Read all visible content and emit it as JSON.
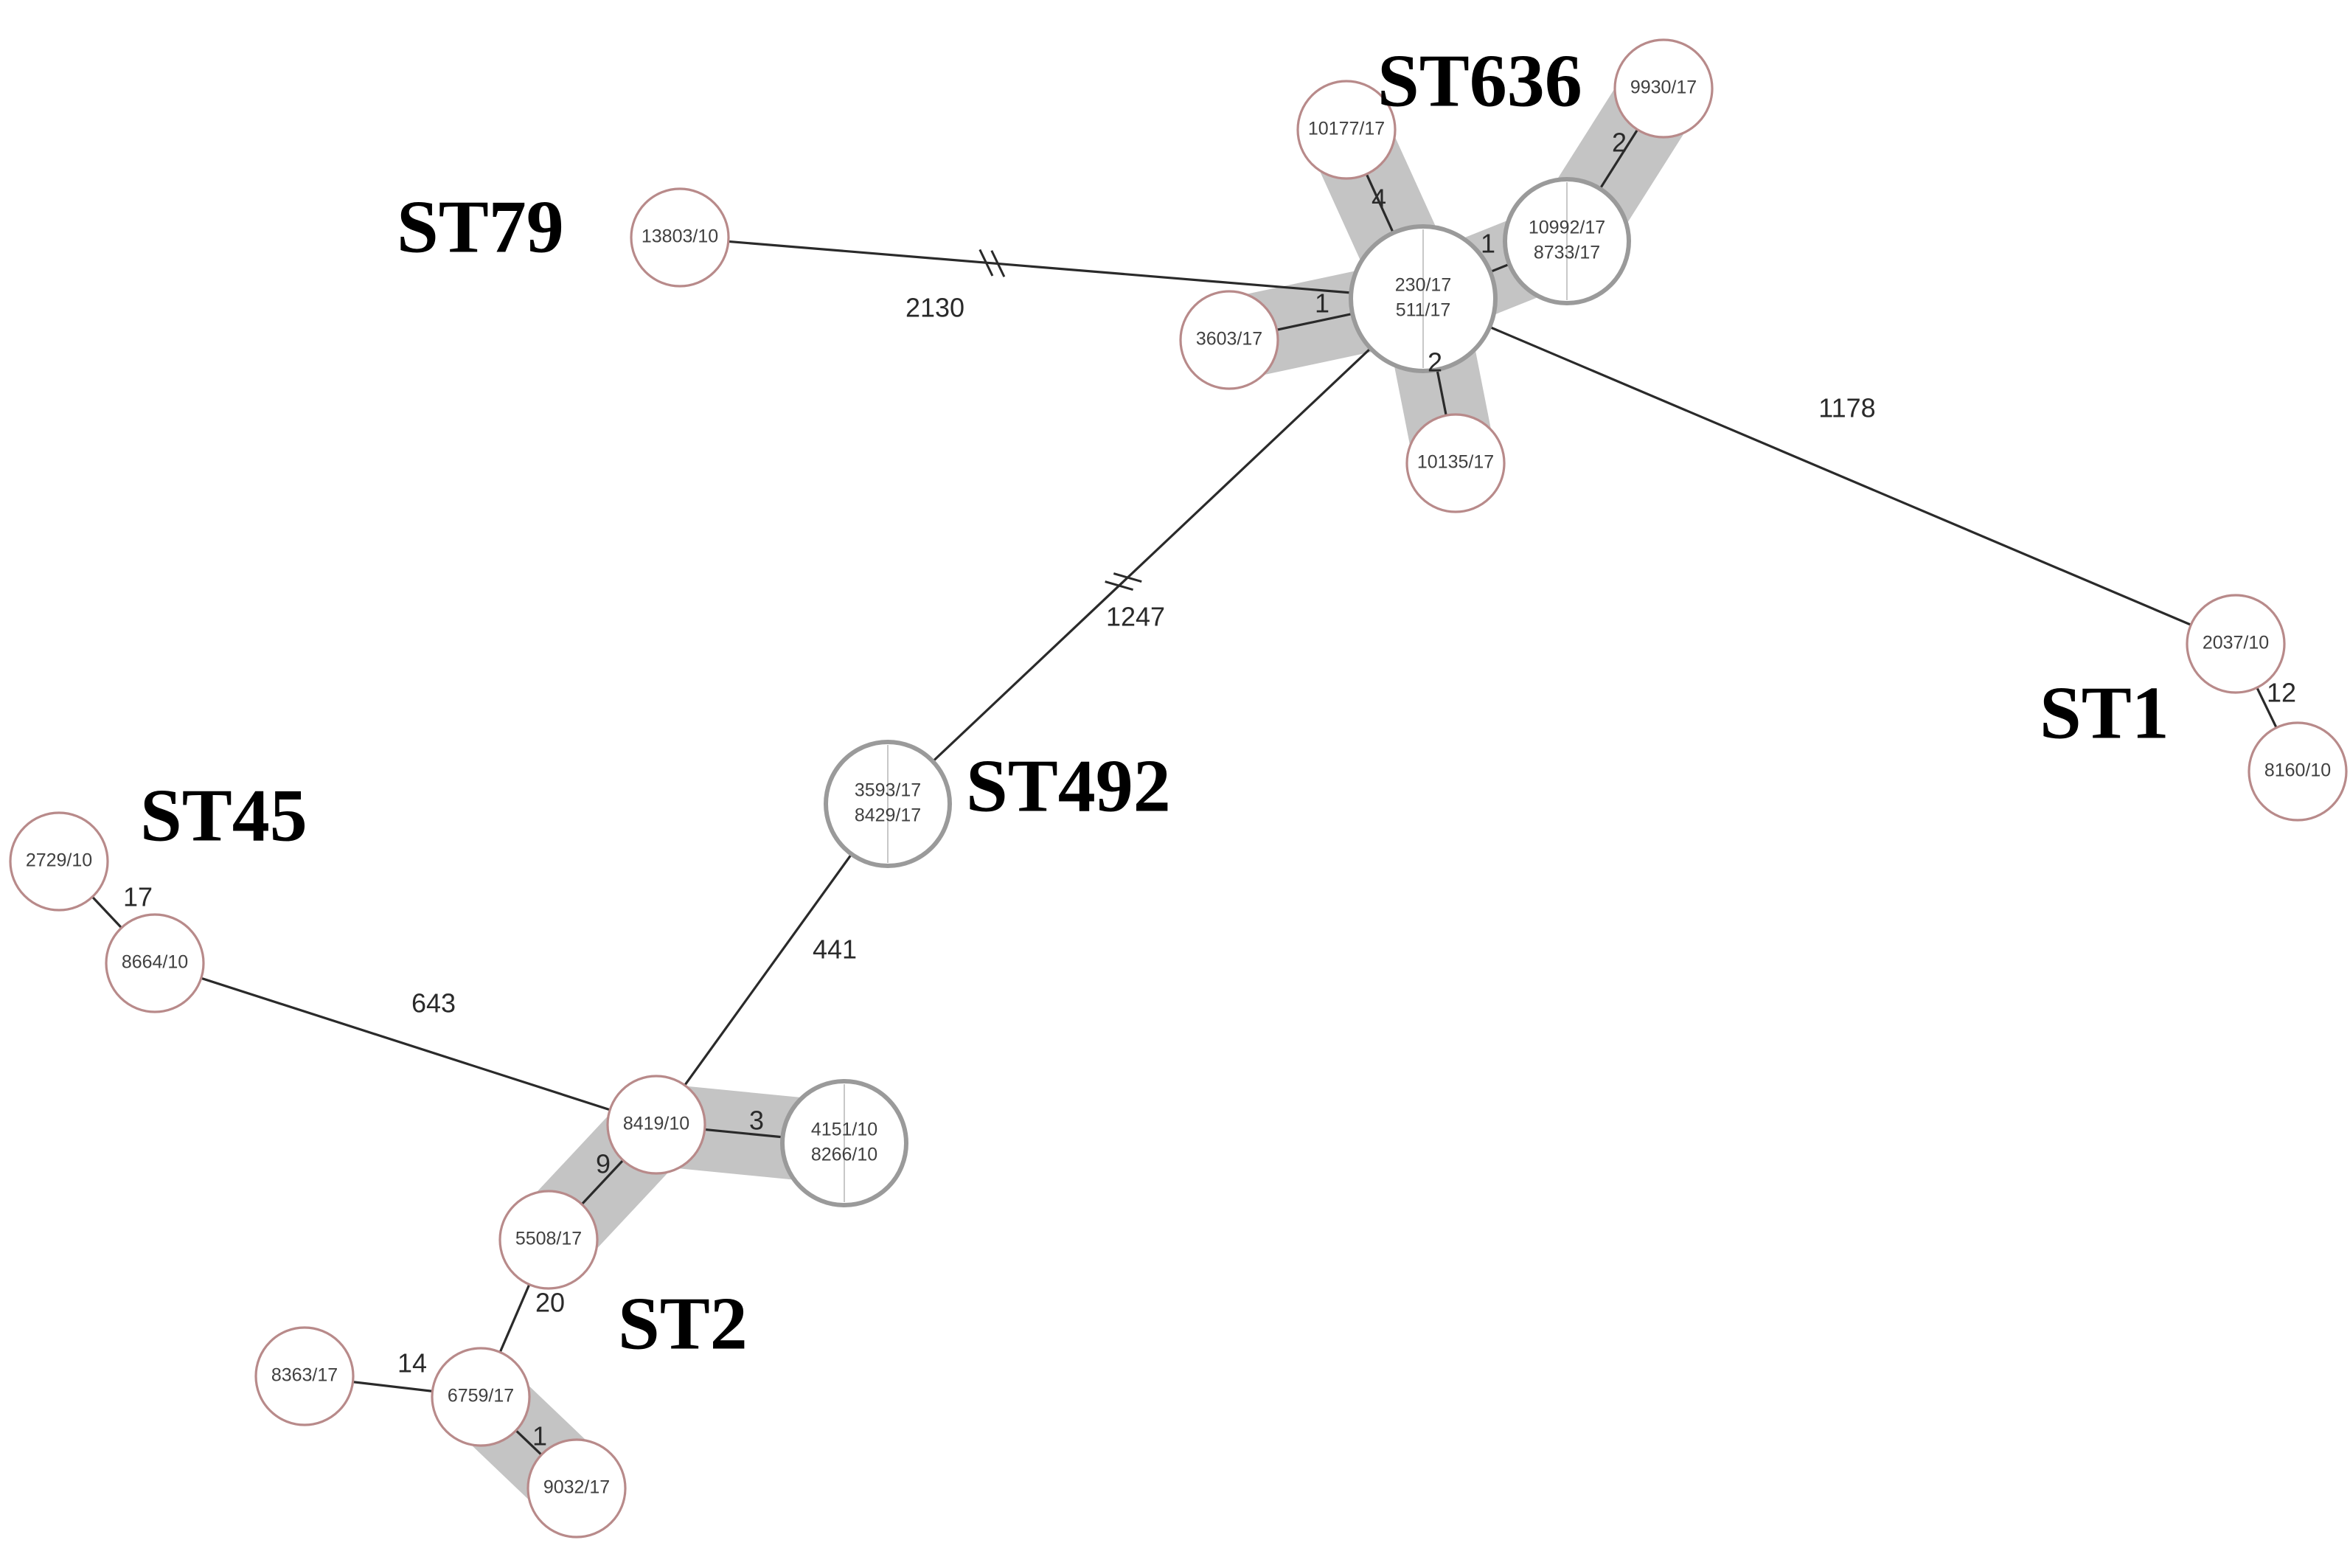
{
  "groups": [
    {
      "id": "st636",
      "label": "ST636"
    },
    {
      "id": "st79",
      "label": "ST79"
    },
    {
      "id": "st1",
      "label": "ST1"
    },
    {
      "id": "st492",
      "label": "ST492"
    },
    {
      "id": "st45",
      "label": "ST45"
    },
    {
      "id": "st2",
      "label": "ST2"
    }
  ],
  "nodes": [
    {
      "id": "n230",
      "labels": [
        "230/17",
        "511/17"
      ]
    },
    {
      "id": "n10177",
      "labels": [
        "10177/17"
      ]
    },
    {
      "id": "n9930",
      "labels": [
        "9930/17"
      ]
    },
    {
      "id": "n10992",
      "labels": [
        "10992/17",
        "8733/17"
      ]
    },
    {
      "id": "n3603",
      "labels": [
        "3603/17"
      ]
    },
    {
      "id": "n10135",
      "labels": [
        "10135/17"
      ]
    },
    {
      "id": "n13803",
      "labels": [
        "13803/10"
      ]
    },
    {
      "id": "n2037",
      "labels": [
        "2037/10"
      ]
    },
    {
      "id": "n8160",
      "labels": [
        "8160/10"
      ]
    },
    {
      "id": "n3593",
      "labels": [
        "3593/17",
        "8429/17"
      ]
    },
    {
      "id": "n2729",
      "labels": [
        "2729/10"
      ]
    },
    {
      "id": "n8664",
      "labels": [
        "8664/10"
      ]
    },
    {
      "id": "n8419",
      "labels": [
        "8419/10"
      ]
    },
    {
      "id": "n4151",
      "labels": [
        "4151/10",
        "8266/10"
      ]
    },
    {
      "id": "n5508",
      "labels": [
        "5508/17"
      ]
    },
    {
      "id": "n8363",
      "labels": [
        "8363/17"
      ]
    },
    {
      "id": "n6759",
      "labels": [
        "6759/17"
      ]
    },
    {
      "id": "n9032",
      "labels": [
        "9032/17"
      ]
    }
  ],
  "edges": [
    {
      "from": "n230",
      "to": "n10177",
      "label": "4"
    },
    {
      "from": "n230",
      "to": "n10992",
      "label": "1"
    },
    {
      "from": "n10992",
      "to": "n9930",
      "label": "2"
    },
    {
      "from": "n230",
      "to": "n3603",
      "label": "1"
    },
    {
      "from": "n230",
      "to": "n10135",
      "label": "2"
    },
    {
      "from": "n230",
      "to": "n13803",
      "label": "2130",
      "broken": true
    },
    {
      "from": "n230",
      "to": "n2037",
      "label": "1178"
    },
    {
      "from": "n2037",
      "to": "n8160",
      "label": "12"
    },
    {
      "from": "n230",
      "to": "n3593",
      "label": "1247",
      "broken": true
    },
    {
      "from": "n3593",
      "to": "n8419",
      "label": "441"
    },
    {
      "from": "n2729",
      "to": "n8664",
      "label": "17"
    },
    {
      "from": "n8664",
      "to": "n8419",
      "label": "643"
    },
    {
      "from": "n8419",
      "to": "n4151",
      "label": "3"
    },
    {
      "from": "n8419",
      "to": "n5508",
      "label": "9"
    },
    {
      "from": "n5508",
      "to": "n6759",
      "label": "20"
    },
    {
      "from": "n8363",
      "to": "n6759",
      "label": "14"
    },
    {
      "from": "n6759",
      "to": "n9032",
      "label": "1"
    }
  ]
}
